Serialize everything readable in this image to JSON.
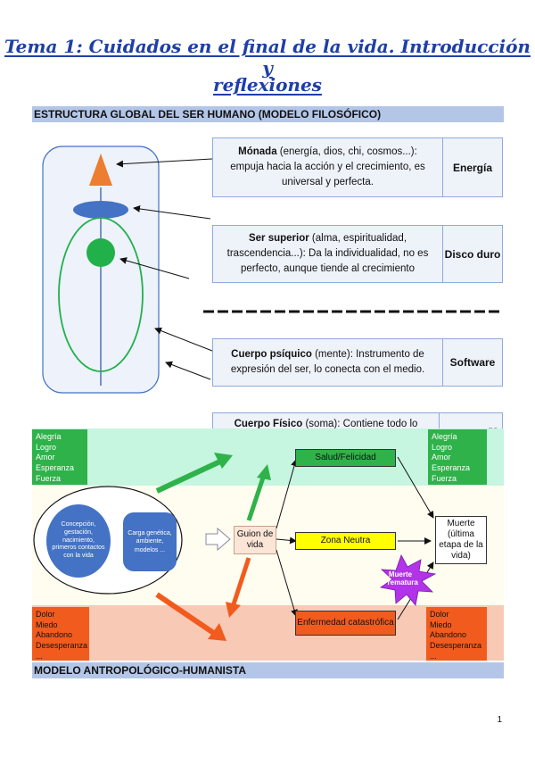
{
  "title_line1": "Tema 1: Cuidados en el final de la vida. Introducción y",
  "title_line2": "reflexiones",
  "section1": "ESTRUCTURA GLOBAL DEL SER HUMANO (MODELO FILOSÓFICO)",
  "section2": "MODELO ANTROPOLÓGICO-HUMANISTA",
  "boxes": [
    {
      "head": "Mónada",
      "rest": " (energía, dios, chi, cosmos...): empuja hacia la acción y el crecimiento, es universal y perfecta.",
      "tag": "Energía"
    },
    {
      "head": "Ser superior",
      "rest": " (alma, espiritualidad, trascendencia...): Da la individualidad, no es perfecto, aunque tiende al crecimiento",
      "tag": "Disco duro"
    },
    {
      "head": "Cuerpo psíquico",
      "rest": " (mente): Instrumento de expresión del ser, lo conecta con el medio.",
      "tag": "Software"
    },
    {
      "head": "Cuerpo Físico",
      "rest": " (soma): Contiene todo lo",
      "tag": "re"
    },
    {
      "tag": "l"
    }
  ],
  "emotions_positive": [
    "Alegría",
    "Logro",
    "Amor",
    "Esperanza",
    "Fuerza"
  ],
  "emotions_negative": [
    "Dolor",
    "Miedo",
    "Abandono",
    "Desesperanza",
    "..."
  ],
  "oval_left": "Concepción, gestación, nacimiento, primeros contactos con la vida",
  "oval_right": "Carga genética, ambiente, modelos ...",
  "script_label": "Guion de vida",
  "state_health": "Salud/Felicidad",
  "state_neutral": "Zona Neutra",
  "state_disease": "Enfermedad catastrófica",
  "death_label": "Muerte (última etapa de la vida)",
  "premature_label": "Muerte Prematura",
  "page_number": "1",
  "colors": {
    "title": "#1f3fa6",
    "section": "#b4c6e7",
    "green": "#2fb24a",
    "red": "#f25b1e",
    "blue": "#4472c4",
    "orange": "#ed7d31"
  }
}
